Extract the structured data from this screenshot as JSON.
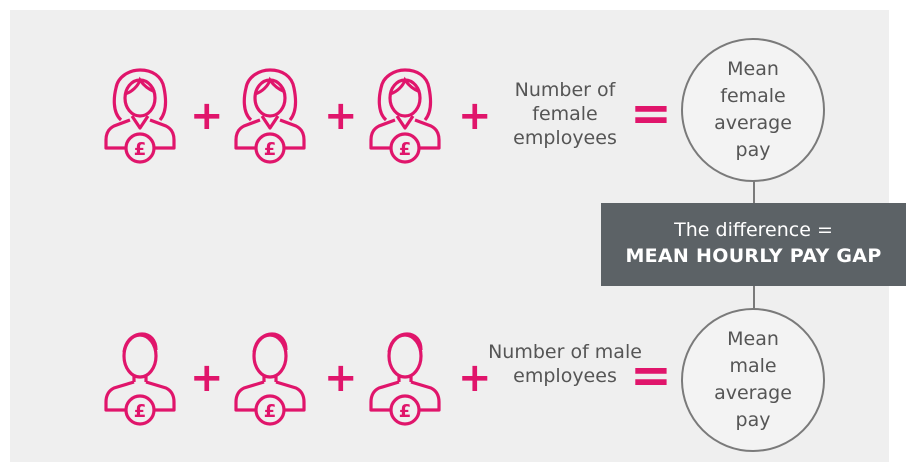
{
  "colors": {
    "accent": "#e0156b",
    "text": "#555555",
    "box": "#5c6266",
    "background": "#efefef"
  },
  "operators": {
    "plus": "+",
    "equals": "="
  },
  "female_row": {
    "icon": "female-employee-icon",
    "count_label": "Number of female employees",
    "result_label": "Mean female average pay"
  },
  "male_row": {
    "icon": "male-employee-icon",
    "count_label": "Number of male employees",
    "result_label": "Mean male average pay"
  },
  "difference": {
    "line1": "The difference =",
    "line2": "MEAN HOURLY PAY GAP"
  }
}
